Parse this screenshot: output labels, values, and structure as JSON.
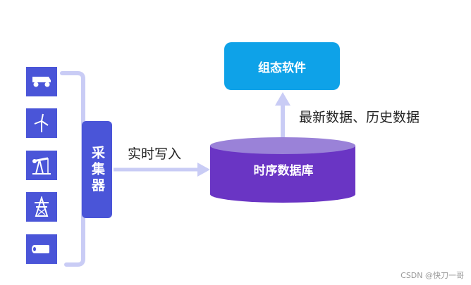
{
  "diagram": {
    "collector_label": "采集器",
    "write_label": "实时写入",
    "database_label": "时序数据库",
    "read_label": "最新数据、历史数据",
    "software_label": "组态软件",
    "devices": [
      {
        "icon": "truck-icon"
      },
      {
        "icon": "wind-turbine-icon"
      },
      {
        "icon": "oil-pump-icon"
      },
      {
        "icon": "power-tower-icon"
      },
      {
        "icon": "pipe-icon"
      }
    ]
  },
  "watermark": "CSDN @快刀一哥",
  "colors": {
    "device_blue": "#4a55d8",
    "bracket": "#c9ccf5",
    "arrow": "#c9ccf5",
    "database_purple": "#6a35c4",
    "database_top": "#9a82d8",
    "software_blue": "#0ea2e8"
  }
}
